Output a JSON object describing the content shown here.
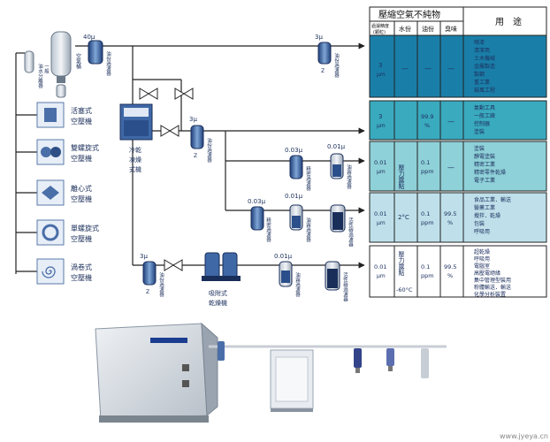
{
  "table": {
    "header_title": "壓縮空氣不純物",
    "header_use": "用　途",
    "sub_particle": "過濾精度",
    "sub_particle_unit": "(顆粒)",
    "sub_water": "水份",
    "sub_oil": "油份",
    "sub_smell": "臭味",
    "rows": [
      {
        "particle": "3",
        "unit": "μm",
        "water": "—",
        "oil": "—",
        "smell": "—",
        "uses": [
          "噴漆",
          "清潔用",
          "土木機械",
          "金屬製造",
          "製鋼",
          "重工業",
          "鼓風工程"
        ],
        "color": "#1a7fa8"
      },
      {
        "particle": "3",
        "unit": "μm",
        "water": "",
        "oil": "99.9",
        "oil2": "%",
        "smell": "—",
        "uses": [
          "氣動工具",
          "一般工廠",
          "控制器",
          "塗裝"
        ],
        "color": "#3aaabf"
      },
      {
        "particle": "0.01",
        "unit": "μm",
        "water": "壓力露點",
        "oil": "0.1",
        "oil2": "ppm",
        "smell": "—",
        "uses": [
          "塗裝",
          "靜電塗裝",
          "精密工業",
          "精密零件乾燥",
          "電子工業"
        ],
        "color": "#8fd1d8"
      },
      {
        "particle": "0.01",
        "unit": "μm",
        "water": "2°C",
        "oil": "0.1",
        "oil2": "ppm",
        "smell": "99.5",
        "smell2": "%",
        "uses": [
          "食品工業．輸送",
          "醫藥工業",
          "攪拌．乾燥",
          "包裝",
          "呼吸用"
        ],
        "color": "#bfe0ea"
      },
      {
        "particle": "0.01",
        "unit": "μm",
        "water": "壓力露點",
        "water2": "-60°C",
        "oil": "0.1",
        "oil2": "ppm",
        "smell": "99.5",
        "smell2": "%",
        "uses": [
          "超乾燥",
          "呼吸用",
          "電腦室",
          "高壓電絕緣",
          "集中管理型裝用",
          "粉體輸送．輸送",
          "化學分析裝置"
        ],
        "color": "#ffffff"
      }
    ]
  },
  "labels": {
    "tank": "空氣桶",
    "separator_top": "油水分離器",
    "separator_bottom": "一般",
    "pressure_40": "40μ",
    "pressure_3_top": "3μ",
    "pressure_3_mid": "3μ",
    "pressure_3_bot": "3μ",
    "pressure_003_a": "0.03μ",
    "pressure_001_a": "0.01μ",
    "pressure_003_b": "0.03μ",
    "pressure_001_b": "0.01μ",
    "pressure_001_c": "0.01μ",
    "filter_label": "油份過濾器",
    "fine_filter": "精密過濾器",
    "oil_mist": "油霧過濾器",
    "carbon": "活性碳過濾器",
    "refrig_dryer": "冷乾\n凍燥\n式機",
    "refrig_dryer_lines": [
      "冷乾",
      "凍燥",
      "式機"
    ],
    "adsorb_dryer_lines": [
      "吸附式",
      "乾燥機"
    ],
    "compressors": [
      {
        "name": "活塞式",
        "kind": "空壓機"
      },
      {
        "name": "雙螺旋式",
        "kind": "空壓機"
      },
      {
        "name": "離心式",
        "kind": "空壓機"
      },
      {
        "name": "單螺旋式",
        "kind": "空壓機"
      },
      {
        "name": "渦卷式",
        "kind": "空壓機"
      }
    ],
    "watermark": "www.jyeya.cn"
  }
}
